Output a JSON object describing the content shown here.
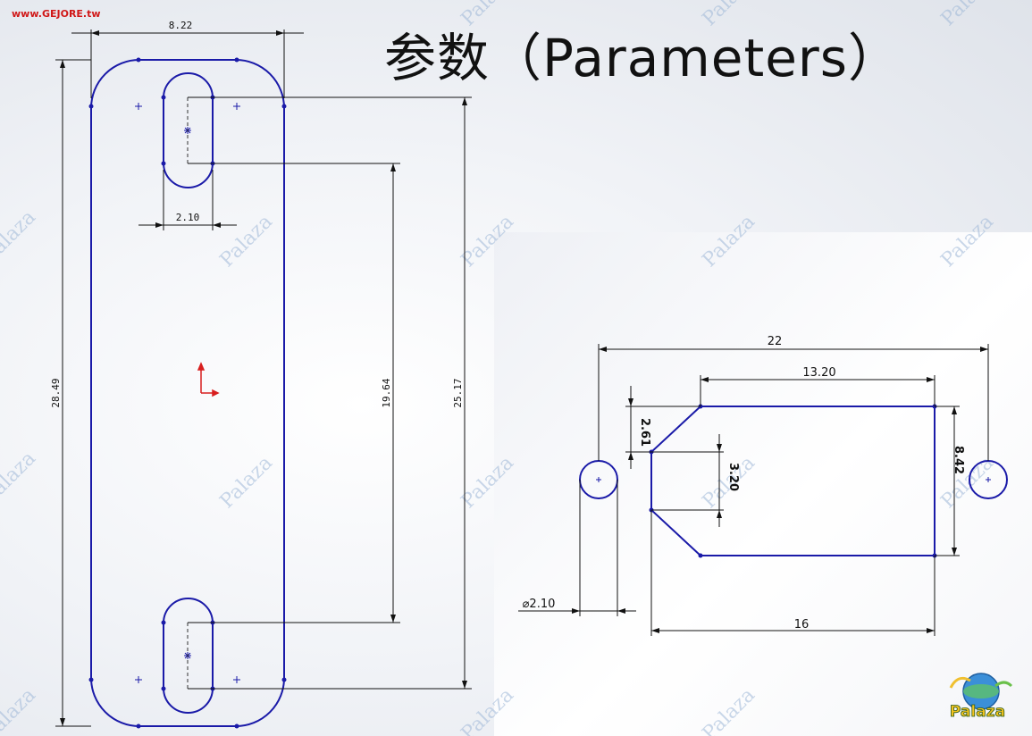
{
  "header": {
    "site": "www.GEJORE.tw",
    "title": "参数（Parameters）"
  },
  "watermark": {
    "text": "Palaza",
    "logo_text": "Palaza"
  },
  "left_drawing": {
    "dim_width": "8.22",
    "dim_slot_width": "2.10",
    "dim_total_height": "28.49",
    "dim_slot_spacing": "19.64",
    "dim_outer_spacing": "25.17"
  },
  "right_drawing": {
    "dim_total_width": "22",
    "dim_top_edge": "13.20",
    "dim_chamfer": "2.61",
    "dim_flat": "3.20",
    "dim_height": "8.42",
    "dim_hole": "⌀2.10",
    "dim_body": "16"
  },
  "colors": {
    "outline": "#1a1aa8",
    "dimension": "#111111",
    "site_text": "#d01818",
    "origin_marker": "#d81e1e",
    "watermark": "#9fb8d8"
  }
}
